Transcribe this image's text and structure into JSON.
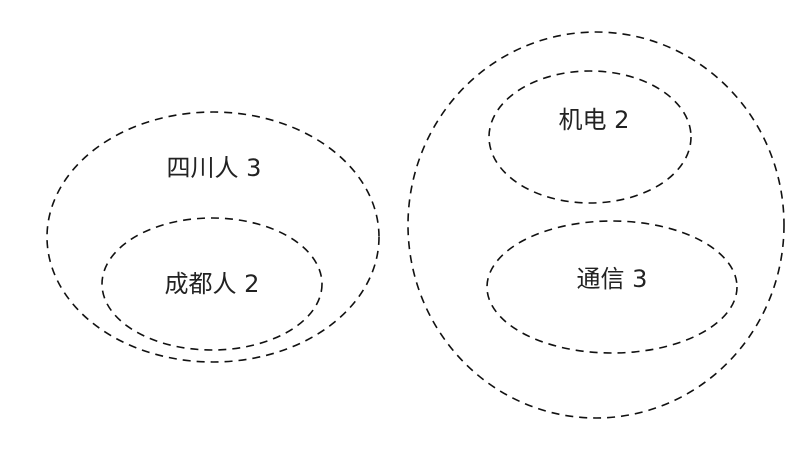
{
  "sets": {
    "sichuan": {
      "label": "四川人 3"
    },
    "chengdu": {
      "label": "成都人 2"
    },
    "jidian": {
      "label": "机电 2"
    },
    "tongxin": {
      "label": "通信 3"
    }
  },
  "colors": {
    "stroke": "#111111",
    "text": "#222222",
    "background": "#ffffff"
  }
}
